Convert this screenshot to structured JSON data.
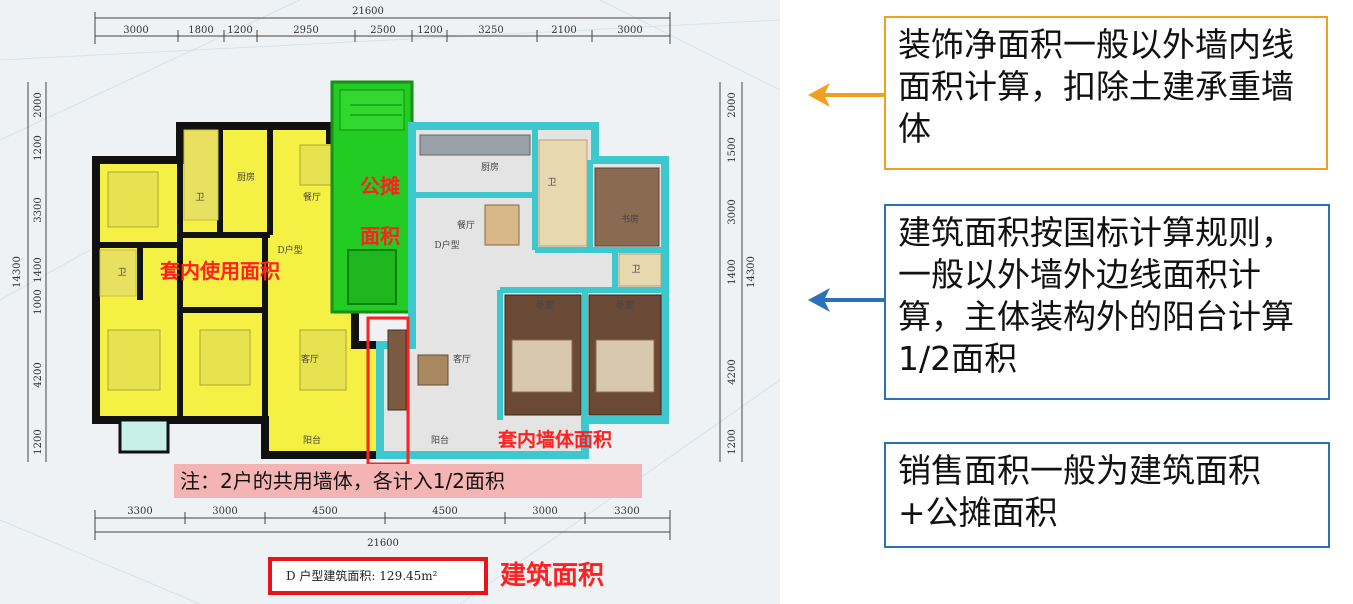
{
  "dimensions": {
    "top_total": "21600",
    "top_segments": [
      "3000",
      "1800",
      "1200",
      "2950",
      "2500",
      "1200",
      "3250",
      "2100",
      "3000"
    ],
    "bottom_total": "21600",
    "bottom_segments": [
      "3300",
      "3000",
      "4500",
      "4500",
      "3000",
      "3300"
    ],
    "left_total": "14300",
    "left_segments": [
      "2000",
      "1200",
      "3300",
      "1400",
      "1000",
      "4200",
      "1200"
    ],
    "right_total": "14300",
    "right_segments": [
      "2000",
      "1500",
      "3000",
      "1400",
      "4200",
      "1200"
    ]
  },
  "rooms": {
    "kitchen_left": "厨房",
    "bath_left_1": "卫",
    "bath_left_2": "卫",
    "dining_left": "餐厅",
    "type_left": "D户型",
    "living_left": "客厅",
    "balcony_left": "阳台",
    "kitchen_right": "厨房",
    "dining_right": "餐厅",
    "type_right": "D户型",
    "bath_right_1": "卫",
    "bath_right_2": "卫",
    "study_right": "书房",
    "bedroom_right_1": "卧室",
    "bedroom_right_2": "卧室",
    "living_right": "客厅",
    "balcony_right": "阳台"
  },
  "callouts": {
    "inner_use_area": "套内使用面积",
    "shared_area_line1": "公摊",
    "shared_area_line2": "面积",
    "inner_wall_area": "套内墙体面积",
    "note": "注：2户的共用墙体，各计入1/2面积",
    "area_box": "D 户型建筑面积:    129.45m²",
    "building_area": "建筑面积"
  },
  "boxes": [
    {
      "text": "装饰净面积一般以外墙内线面积计算，扣除土建承重墙体",
      "border": "#f0a020"
    },
    {
      "text": "建筑面积按国标计算规则，一般以外墙外边线面积计算，主体装构外的阳台计算1/2面积",
      "border": "#2a72b8"
    },
    {
      "text": "销售面积一般为建筑面积+公摊面积",
      "border": "#2a72b8"
    }
  ],
  "colors": {
    "arrow_orange": "#f0a020",
    "arrow_blue": "#2a72b8",
    "highlight_yellow": "#f4f044",
    "highlight_green": "#22cc22",
    "wall_cyan": "#3cc8cc",
    "callout_red": "#ff2020"
  }
}
